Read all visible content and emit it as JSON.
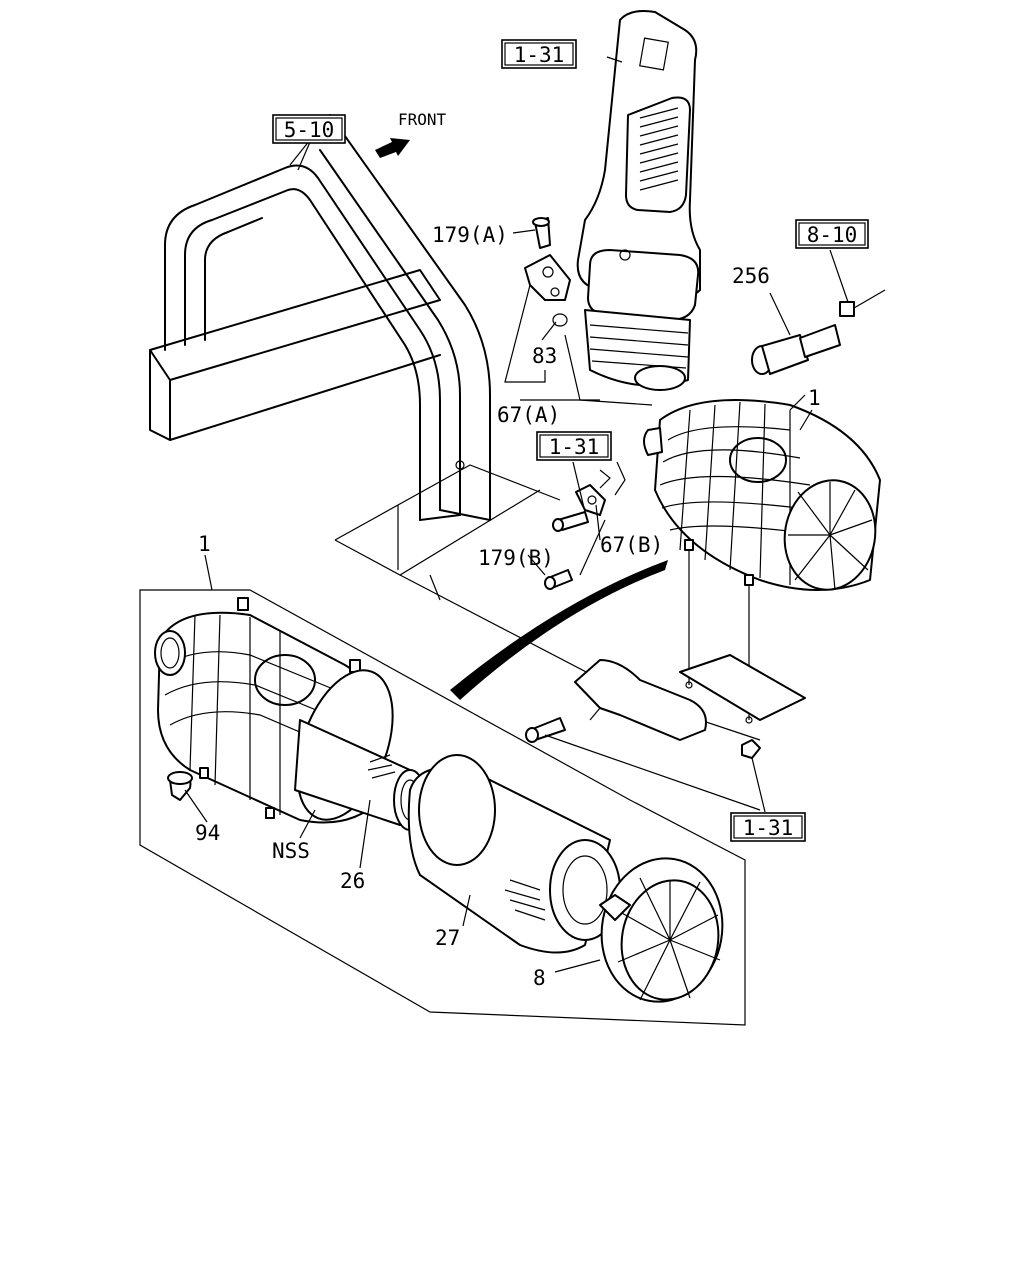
{
  "direction": {
    "front": "FRONT"
  },
  "refs": {
    "r131_top": "1-31",
    "r510": "5-10",
    "r810": "8-10",
    "r131_mid": "1-31",
    "r131_bottom": "1-31"
  },
  "parts": {
    "p179a": "179(A)",
    "p256": "256",
    "p83": "83",
    "p67a": "67(A)",
    "p1_assembled": "1",
    "p179b": "179(B)",
    "p67b": "67(B)",
    "p1_exploded": "1",
    "p94": "94",
    "nss": "NSS",
    "p26": "26",
    "p27": "27",
    "p8": "8"
  }
}
